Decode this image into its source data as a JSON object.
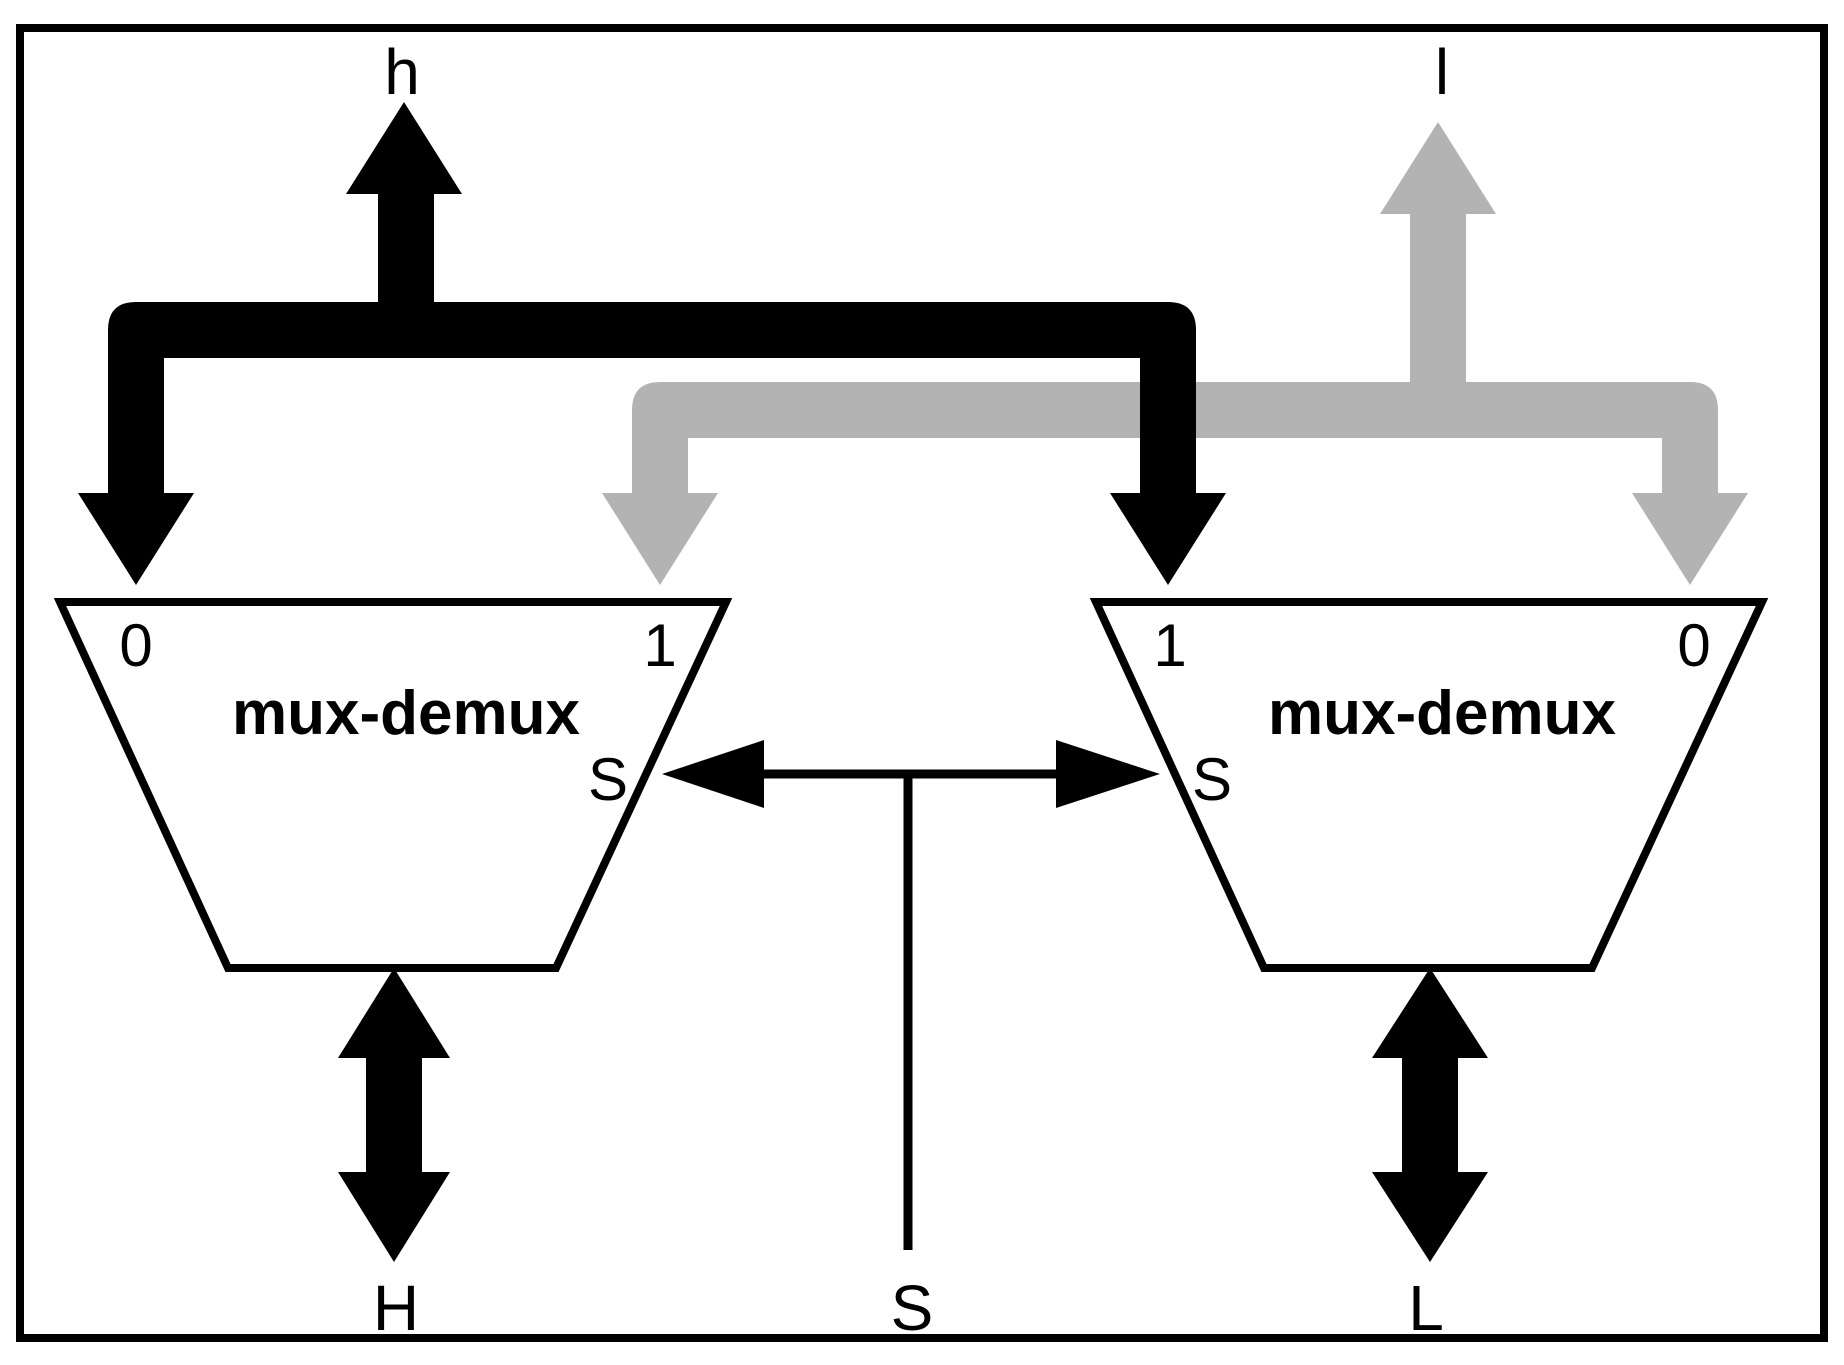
{
  "diagram": {
    "colors": {
      "primary_bus": "#000000",
      "secondary_bus": "#b3b3b3",
      "stroke": "#000000",
      "background": "#ffffff"
    },
    "labels": {
      "top_h": "h",
      "top_l": "l",
      "bottom_H": "H",
      "bottom_S": "S",
      "bottom_L": "L"
    },
    "left_block": {
      "title": "mux-demux",
      "port_left": "0",
      "port_right": "1",
      "select": "S"
    },
    "right_block": {
      "title": "mux-demux",
      "port_left": "1",
      "port_right": "0",
      "select": "S"
    }
  }
}
